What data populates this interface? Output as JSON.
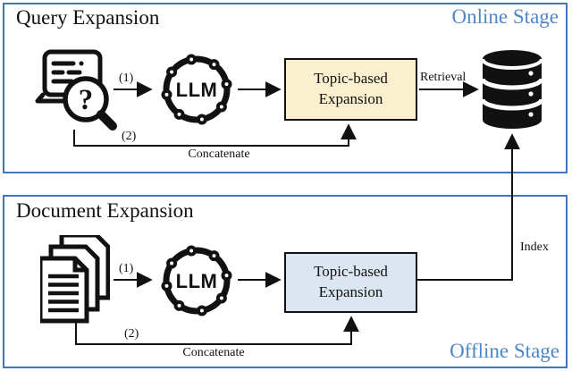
{
  "panels": {
    "online": {
      "title": "Query Expansion",
      "stage_label": "Online Stage",
      "llm_label": "LLM",
      "expansion_box": {
        "line1": "Topic-based",
        "line2": "Expansion"
      },
      "labels": {
        "step1": "(1)",
        "step2": "(2)",
        "concatenate": "Concatenate",
        "retrieval": "Retrieval"
      }
    },
    "offline": {
      "title": "Document Expansion",
      "stage_label": "Offline Stage",
      "llm_label": "LLM",
      "expansion_box": {
        "line1": "Topic-based",
        "line2": "Expansion"
      },
      "labels": {
        "step1": "(1)",
        "step2": "(2)",
        "concatenate": "Concatenate",
        "index": "Index"
      }
    }
  },
  "icons": {
    "query_icon": "query-with-magnifier",
    "query_question_mark": "?",
    "documents_icon": "document-stack",
    "llm_icon": "llm-ring",
    "database_icon": "database-cylinder"
  },
  "colors": {
    "panel_border": "#4674B8",
    "stage_text": "#4E87C8",
    "online_box_fill": "#FAEFCF",
    "offline_box_fill": "#DCE6F2",
    "line": "#111111"
  }
}
